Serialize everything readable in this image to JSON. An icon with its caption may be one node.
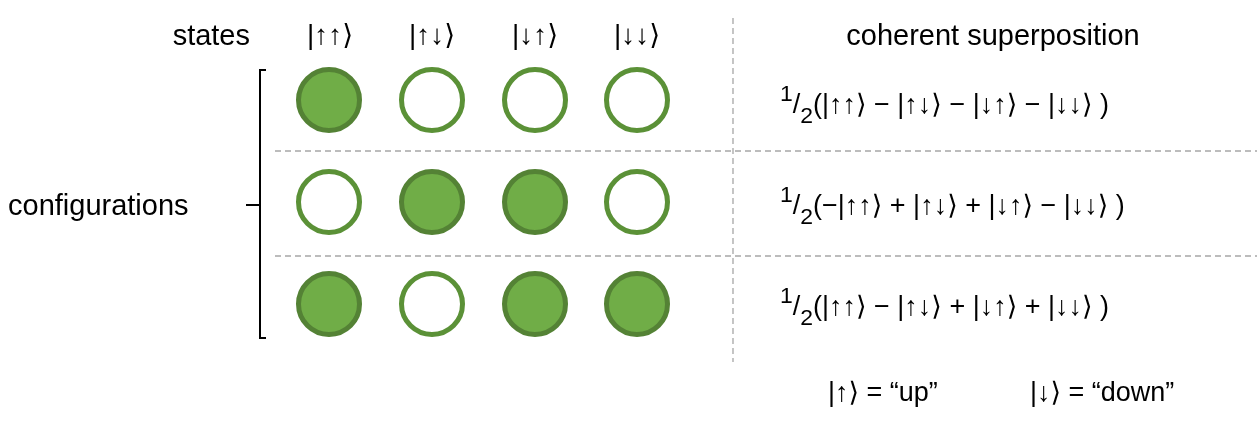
{
  "diagram": {
    "nodes": [
      {
        "text": [],
        "shape": "disc"
      },
      {
        "text": [],
        "shape": "circle"
      },
      {
        "text": [],
        "shape": "circle"
      },
      {
        "text": [],
        "shape": "circle"
      },
      {
        "text": [],
        "shape": "circle"
      },
      {
        "text": [],
        "shape": "disc"
      },
      {
        "text": [],
        "shape": "disc"
      },
      {
        "text": [],
        "shape": "circle"
      },
      {
        "text": [],
        "shape": "disc"
      },
      {
        "text": [],
        "shape": "circle"
      },
      {
        "text": [],
        "shape": "disc"
      },
      {
        "text": [],
        "shape": "disc"
      }
    ],
    "labels": [
      "states",
      "|↑↑⟩",
      "|↑↓⟩",
      "|↓↑⟩",
      "|↓↓⟩",
      "coherent superposition",
      "$^{1}$/$_{2}$(|↑↑⟩ − |↑↓⟩ − |↓↑⟩ − |↓↓⟩ )",
      "configurations",
      "$^{1}$/$_{2}$(−|↑↑⟩ + |↑↓⟩ + |↓↑⟩ − |↓↓⟩ )",
      "$^{1}$/$_{2}$(|↑↑⟩ − |↑↓⟩ + |↓↑⟩ + |↓↓⟩ )",
      "|↑⟩ = “up”",
      "|↓⟩ = “down”"
    ]
  }
}
